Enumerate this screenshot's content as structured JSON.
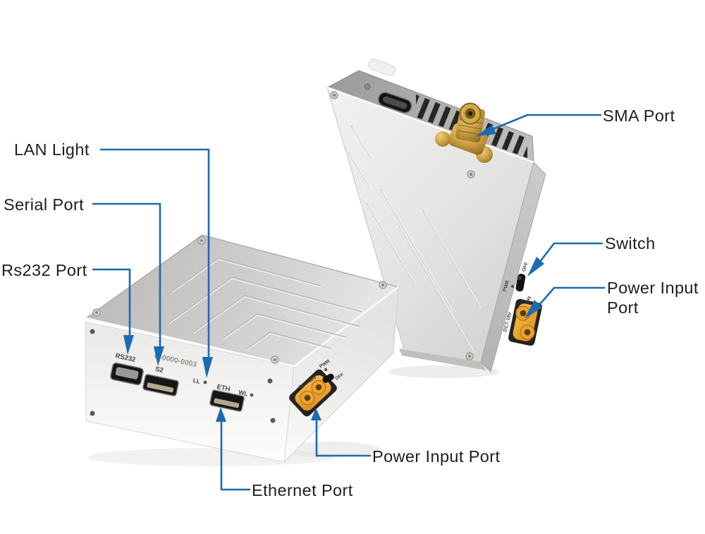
{
  "colors": {
    "accent_blue": "#1b6cb0",
    "label_ink": "#1e1e1e",
    "connector_orange": "#eda32f",
    "sma_gold": "#c79b3f",
    "chassis_silver": "#d9d8d6"
  },
  "labels": {
    "lan_light": "LAN Light",
    "serial_port": "Serial Port",
    "rs232_port": "Rs232 Port",
    "sma_port": "SMA Port",
    "switch": "Switch",
    "power_input_line1": "Power Input",
    "power_input_line2": "Port",
    "power_input_port": "Power Input Port",
    "ethernet_port": "Ethernet Port"
  },
  "markings": {
    "rs232": "RS232",
    "s2": "S2",
    "serial_code": "C-0000-0003",
    "ll": "LL",
    "eth": "ETH",
    "wl": "WL",
    "pwr": "PWR",
    "dc_range": "DC7-18V",
    "on": "ON",
    "off": "OFF"
  }
}
